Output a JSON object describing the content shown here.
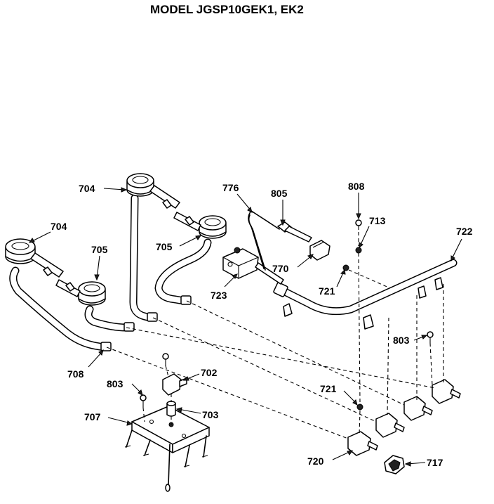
{
  "title": "MODEL JGSP10GEK1, EK2",
  "callouts": [
    {
      "id": "c704a",
      "text": "704"
    },
    {
      "id": "c704b",
      "text": "704"
    },
    {
      "id": "c705a",
      "text": "705"
    },
    {
      "id": "c705b",
      "text": "705"
    },
    {
      "id": "c776",
      "text": "776"
    },
    {
      "id": "c805",
      "text": "805"
    },
    {
      "id": "c808",
      "text": "808"
    },
    {
      "id": "c713",
      "text": "713"
    },
    {
      "id": "c722",
      "text": "722"
    },
    {
      "id": "c770",
      "text": "770"
    },
    {
      "id": "c723",
      "text": "723"
    },
    {
      "id": "c721a",
      "text": "721"
    },
    {
      "id": "c803a",
      "text": "803"
    },
    {
      "id": "c708",
      "text": "708"
    },
    {
      "id": "c702",
      "text": "702"
    },
    {
      "id": "c803b",
      "text": "803"
    },
    {
      "id": "c721b",
      "text": "721"
    },
    {
      "id": "c707",
      "text": "707"
    },
    {
      "id": "c703",
      "text": "703"
    },
    {
      "id": "c720",
      "text": "720"
    },
    {
      "id": "c717",
      "text": "717"
    }
  ]
}
